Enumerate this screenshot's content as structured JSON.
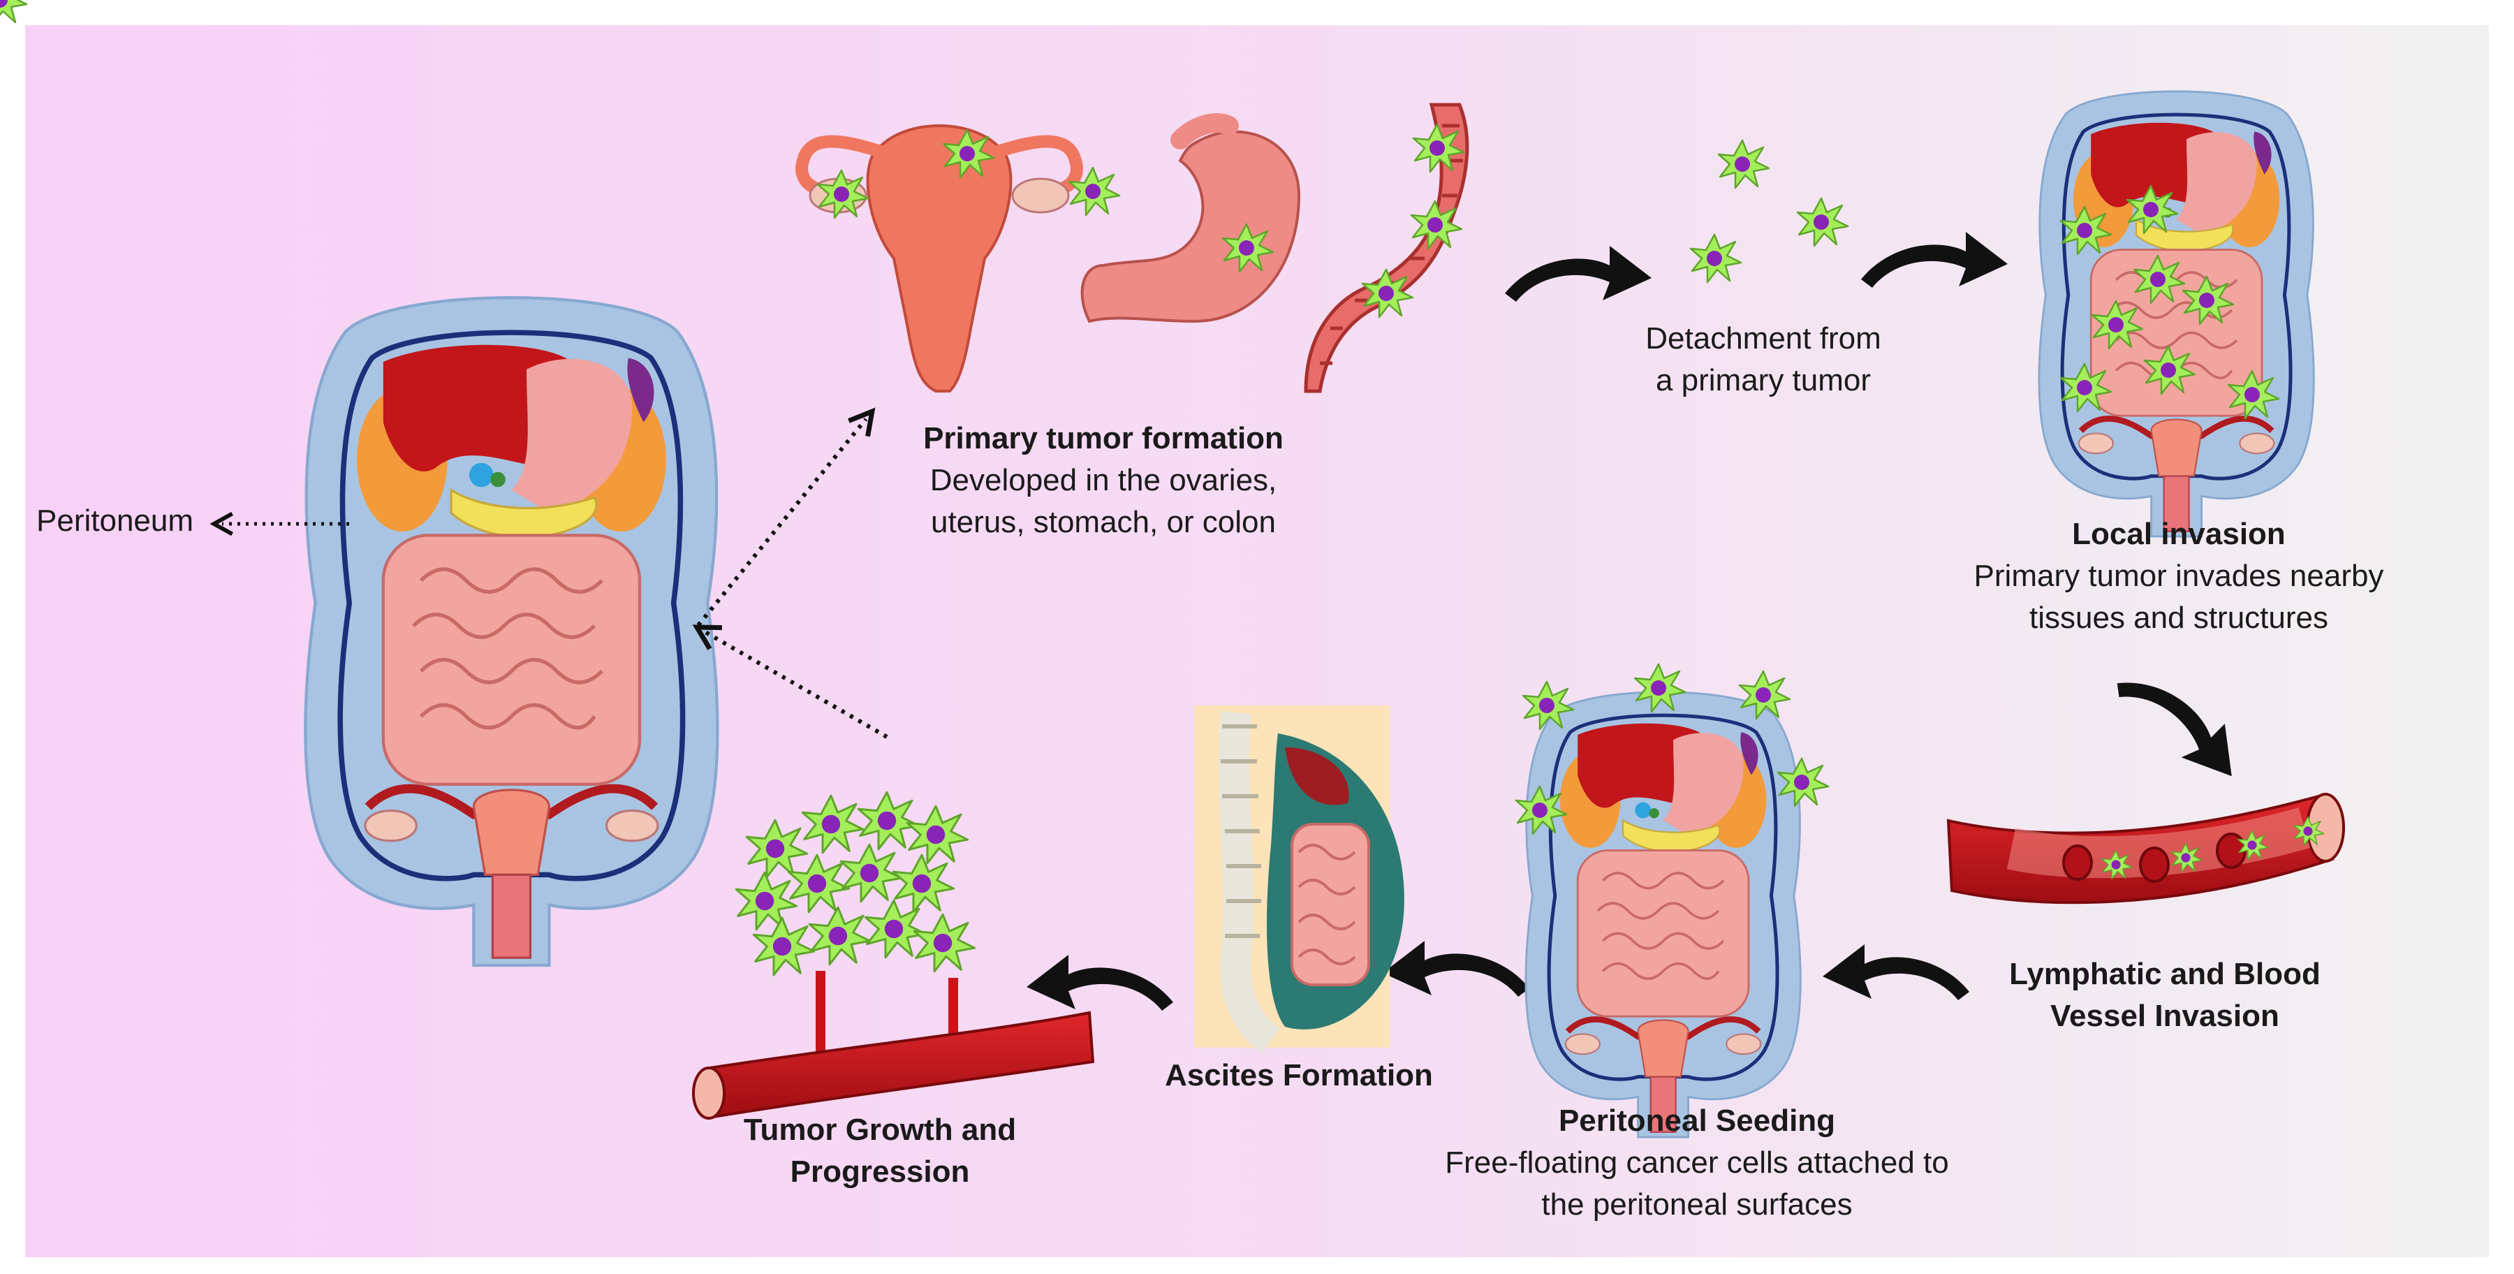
{
  "colors": {
    "background_left": "#f8d1f6",
    "background_right": "#f1f1f1",
    "cell_green": "#a3ee5a",
    "nucleus_purple": "#8a24b8",
    "arrow": "#111111",
    "vessel_red": "#c9141a",
    "liver_red": "#c2161b",
    "peritoneum_blue": "#9fbfdf"
  },
  "icons": [
    "abdomen-anatomy-icon",
    "uterus-icon",
    "stomach-icon",
    "colon-icon",
    "cancer-cell-icon",
    "blood-vessel-icon",
    "spine-ascites-icon",
    "tumor-cluster-icon",
    "curved-arrow-icon",
    "dotted-arrow-icon"
  ],
  "peritoneum_label": "Peritoneum",
  "steps": {
    "primary": {
      "title": "Primary tumor formation",
      "desc": [
        "Developed  in the ovaries,",
        "uterus, stomach, or colon"
      ]
    },
    "detach": {
      "title": "",
      "desc": [
        "Detachment from",
        "a primary tumor"
      ]
    },
    "local": {
      "title": "Local invasion",
      "desc": [
        "Primary tumor invades nearby",
        "tissues and structures"
      ]
    },
    "vessel": {
      "title": [
        "Lymphatic and Blood",
        "Vessel Invasion"
      ]
    },
    "seeding": {
      "title": "Peritoneal Seeding",
      "desc": [
        "Free-floating cancer cells attached to",
        "the peritoneal  surfaces"
      ]
    },
    "ascites": {
      "title": "Ascites Formation"
    },
    "growth": {
      "title": [
        "Tumor Growth and",
        "Progression"
      ]
    }
  }
}
